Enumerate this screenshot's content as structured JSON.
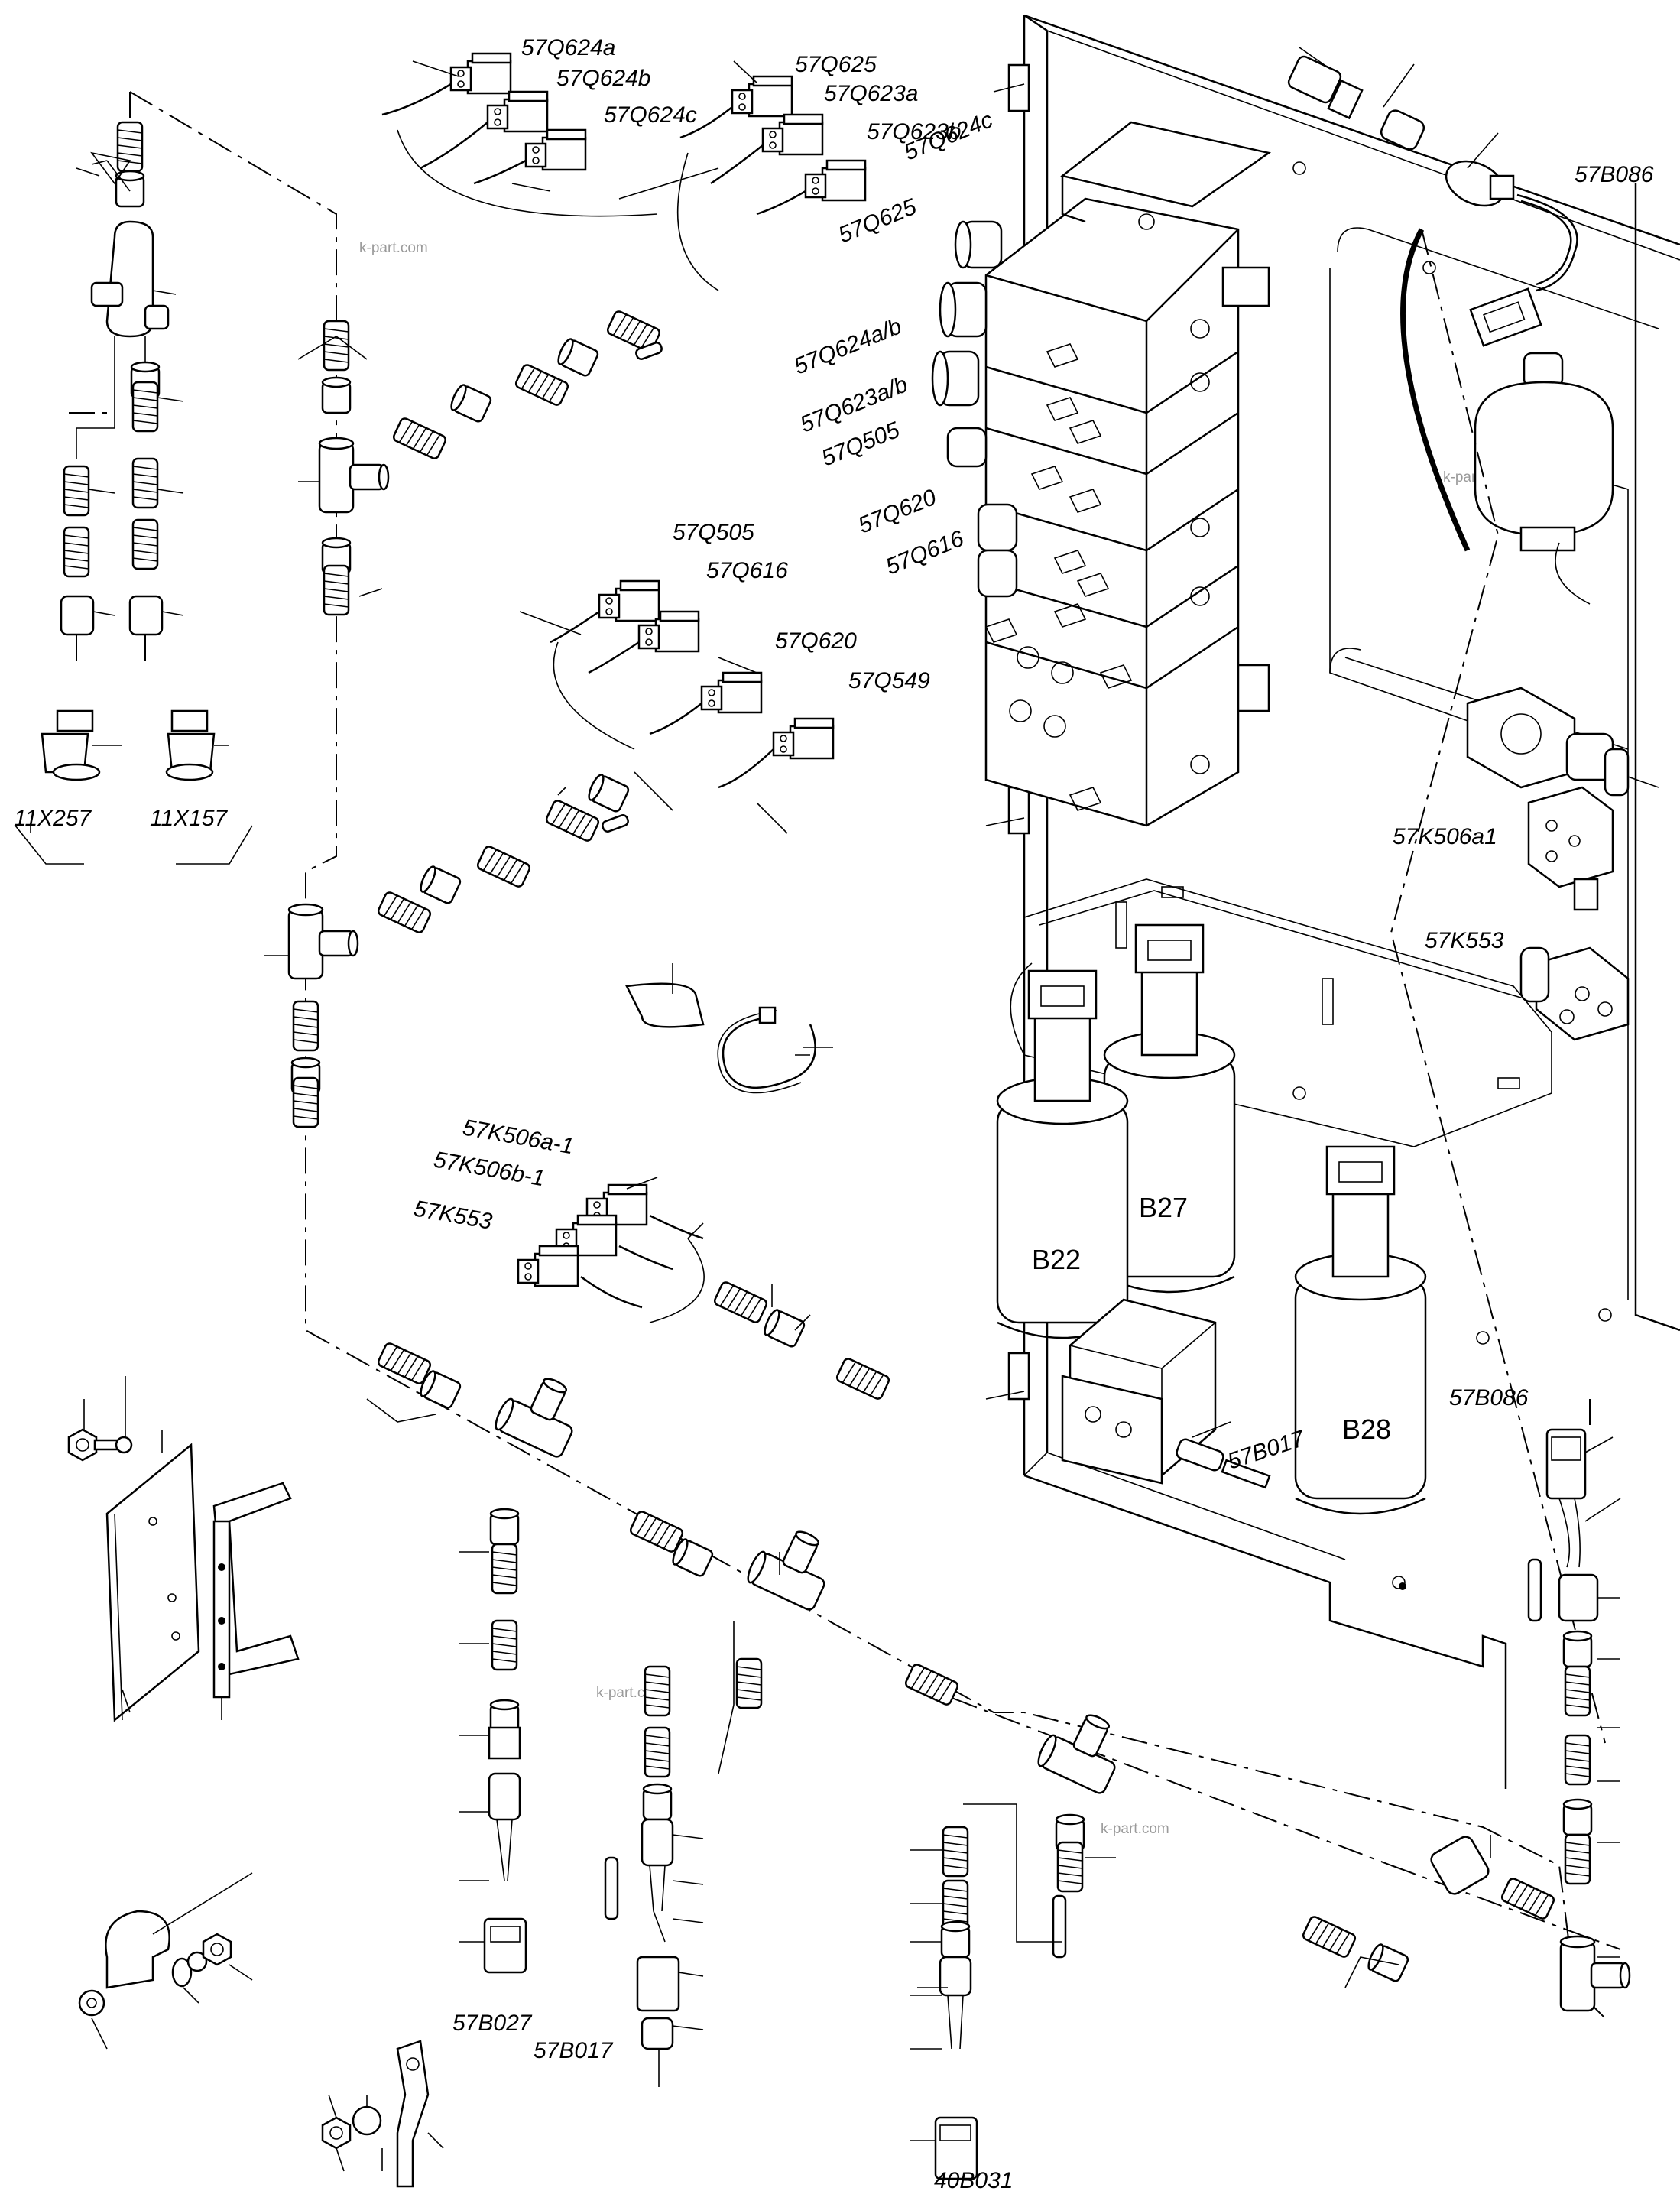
{
  "watermark": "k-part.com",
  "panel_labels": {
    "q624a": "57Q624a",
    "q624b": "57Q624b",
    "q624c": "57Q624c",
    "q625": "57Q625",
    "q623a": "57Q623a",
    "q623b": "57Q623b",
    "q505": "57Q505",
    "q616": "57Q616",
    "q620": "57Q620",
    "q549": "57Q549",
    "k506a1_conn": "57K506a-1",
    "k506b1_conn": "57K506b-1",
    "k553_conn": "57K553"
  },
  "valve_labels": {
    "q624c": "57Q624c",
    "q625": "57Q625",
    "q624ab": "57Q624a/b",
    "q623ab": "57Q623a/b",
    "q505": "57Q505",
    "q620": "57Q620",
    "q616": "57Q616"
  },
  "component_labels": {
    "b086_top": "57B086",
    "k506a1": "57K506a1",
    "k553": "57K553",
    "b27": "B27",
    "b22": "B22",
    "b28": "B28",
    "b086_right": "57B086",
    "b017_block": "57B017",
    "x257": "11X257",
    "x157": "11X157",
    "b027": "57B027",
    "b017_bottom": "57B017",
    "b031": "40B031"
  }
}
